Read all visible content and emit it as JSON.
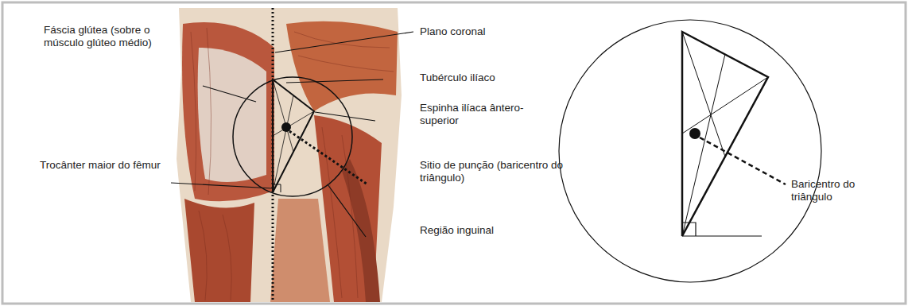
{
  "diagram": {
    "labels": [
      "Plano coronal",
      "Fáscia glútea (sobre o músculo glúteo médio)",
      "Tubérculo ilíaco",
      "Espinha ilíaca ântero-superior",
      "Trocânter maior do fêmur",
      "Sitio de punção (baricentro do triângulo)",
      "Região inguinal",
      "Baricentro do triângulo"
    ]
  }
}
